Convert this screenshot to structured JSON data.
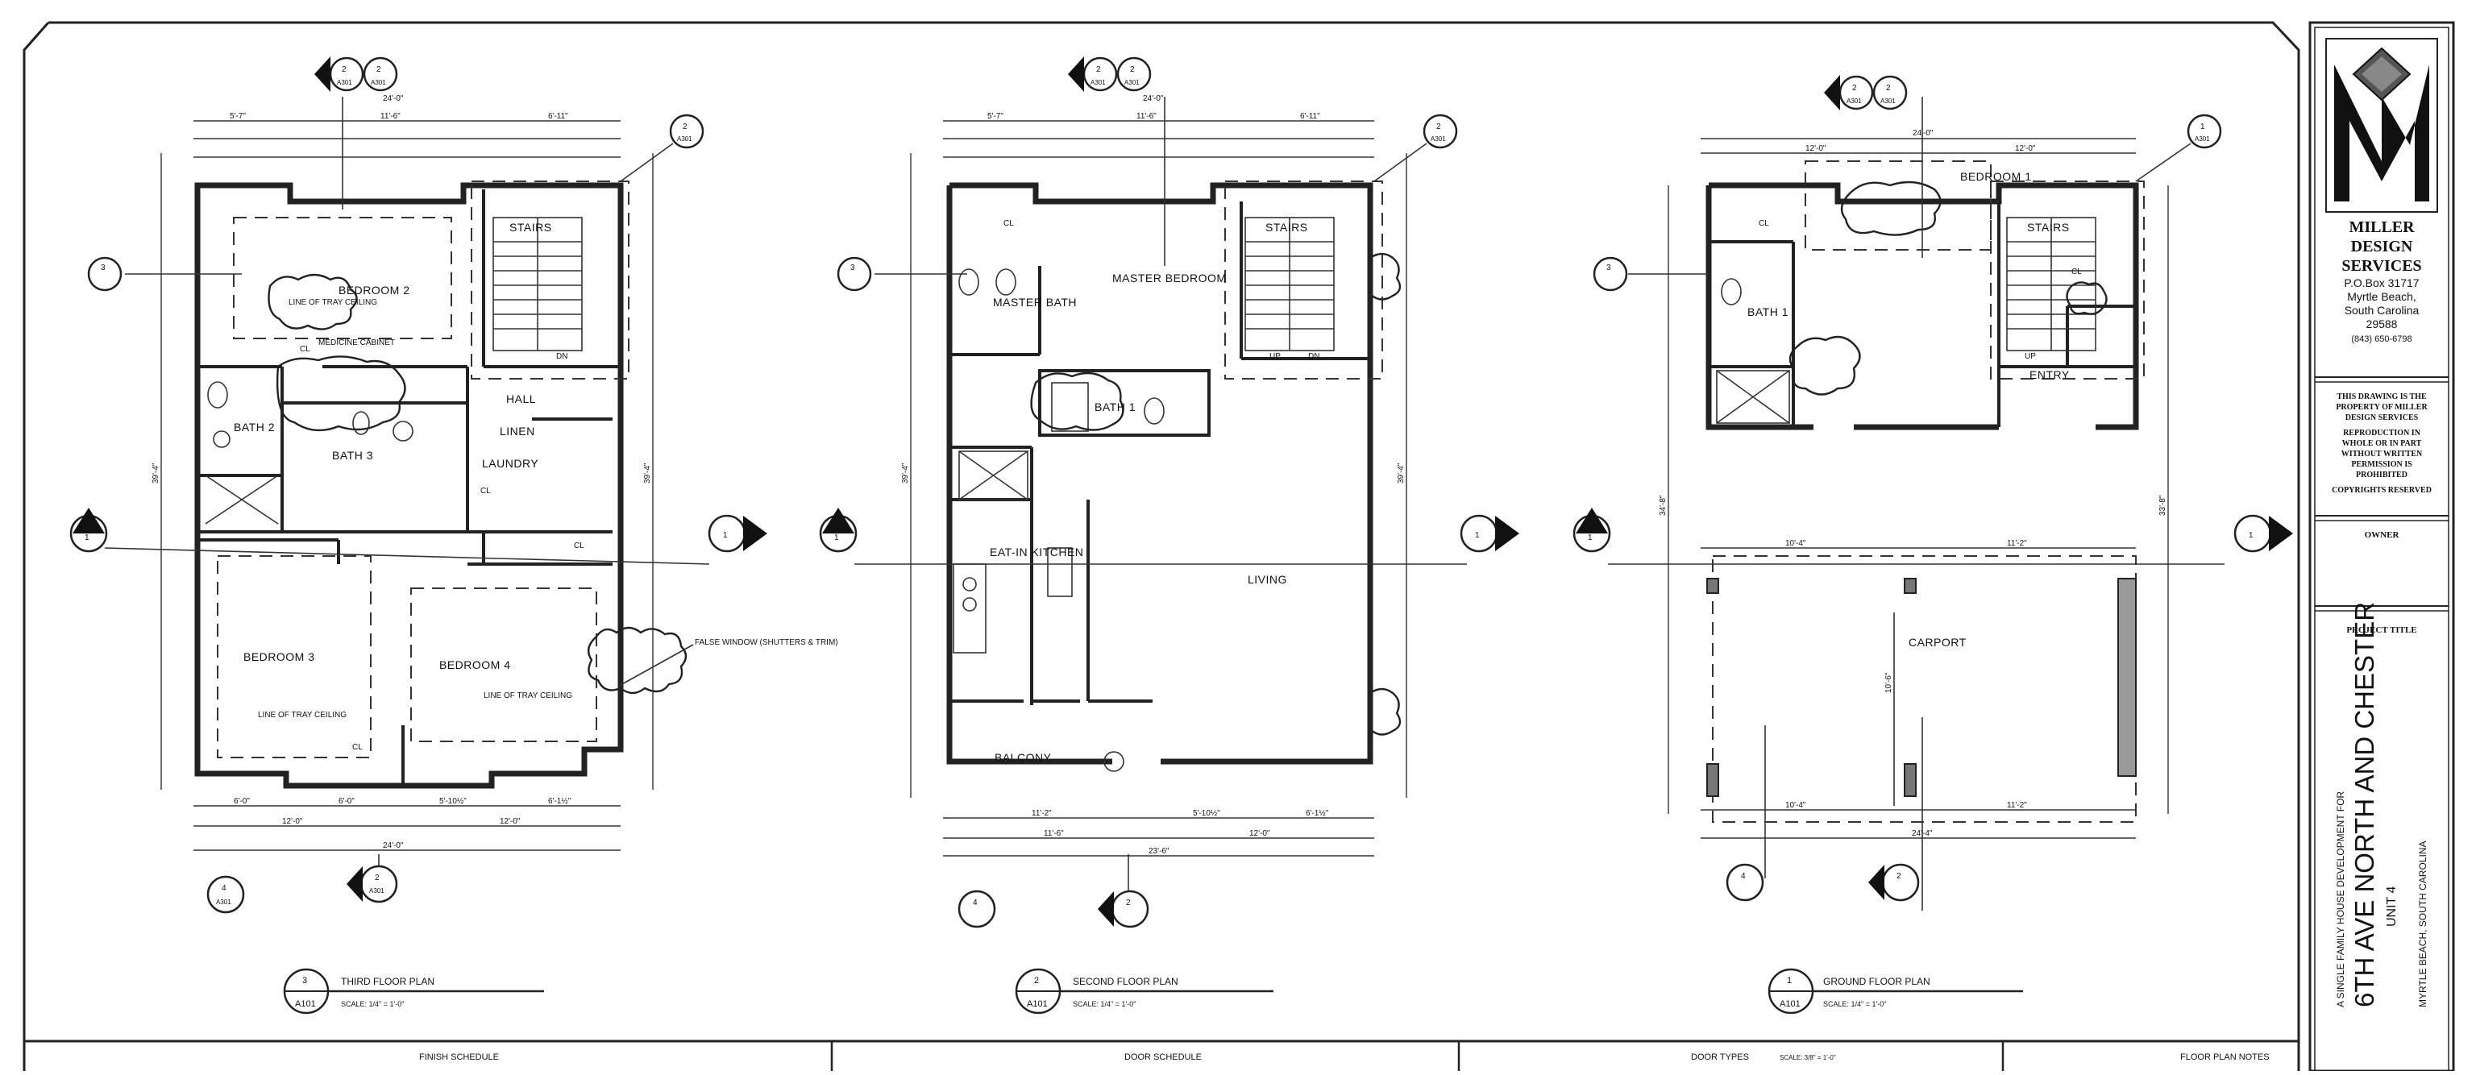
{
  "title_block": {
    "company": [
      "MILLER",
      "DESIGN",
      "SERVICES"
    ],
    "address": [
      "P.O.Box 31717",
      "Myrtle Beach,",
      "South Carolina",
      "29588",
      "(843) 650-6798"
    ],
    "notice": [
      "THIS DRAWING IS THE",
      "PROPERTY OF MILLER",
      "DESIGN SERVICES",
      "REPRODUCTION IN",
      "WHOLE OR IN PART",
      "WITHOUT WRITTEN",
      "PERMISSION IS",
      "PROHIBITED",
      "COPYRIGHTS RESERVED"
    ],
    "owner_label": "OWNER",
    "project_label": "PROJECT TITLE",
    "project_sub": "A SINGLE FAMILY HOUSE DEVELOPMENT FOR",
    "project_name": "6TH AVE NORTH AND CHESTER",
    "project_unit": "UNIT 4",
    "project_location": "MYRTLE BEACH, SOUTH CAROLINA"
  },
  "schedules": {
    "finish": "FINISH SCHEDULE",
    "door": "DOOR SCHEDULE",
    "door_types": "DOOR TYPES",
    "door_types_scale": "SCALE: 3/8\" = 1'-0\"",
    "notes": "FLOOR PLAN NOTES"
  },
  "plans": {
    "third": {
      "number": "3",
      "sheet": "A101",
      "title": "THIRD FLOOR PLAN",
      "scale": "SCALE: 1/4\" = 1'-0\"",
      "rooms": {
        "bedroom2": "BEDROOM 2",
        "bath2": "BATH 2",
        "bath3": "BATH 3",
        "hall": "HALL",
        "linen": "LINEN",
        "laundry": "LAUNDRY",
        "bedroom3": "BEDROOM 3",
        "bedroom4": "BEDROOM 4",
        "stairs": "STAIRS",
        "cl1": "CL",
        "cl2": "CL",
        "cl3": "CL",
        "cl4": "CL"
      },
      "notes": {
        "tray1": "LINE OF TRAY CEILING",
        "cabinet": "MEDICINE CABINET",
        "tray2": "LINE OF TRAY CEILING",
        "tray3": "LINE OF TRAY CEILING",
        "false_window": "FALSE WINDOW (SHUTTERS & TRIM)",
        "dn": "DN"
      },
      "dims": {
        "top_overall": "24'-0\"",
        "top_a": "5'-7\"",
        "top_b": "11'-6\"",
        "top_c": "6'-11\"",
        "bot_a": "6'-0\"",
        "bot_b": "6'-0\"",
        "bot_c": "5'-10½\"",
        "bot_d": "6'-1½\"",
        "bot_e": "12'-0\"",
        "bot_f": "12'-0\"",
        "bot_overall": "24'-0\"",
        "left_overall": "39'-4\"",
        "right_overall": "39'-4\""
      },
      "sections": {
        "top1": "2",
        "top2": "2",
        "top_sheet": "A301",
        "left": "3",
        "right": "1",
        "left_sheet": "A301",
        "bot1": "4",
        "bot2": "2",
        "corner": "2"
      }
    },
    "second": {
      "number": "2",
      "sheet": "A101",
      "title": "SECOND FLOOR PLAN",
      "scale": "SCALE: 1/4\" = 1'-0\"",
      "rooms": {
        "master_bedroom": "MASTER BEDROOM",
        "master_bath": "MASTER BATH",
        "stairs": "STAIRS",
        "bath1": "BATH 1",
        "kitchen": "EAT-IN KITCHEN",
        "living": "LIVING",
        "balcony": "BALCONY",
        "cl": "CL"
      },
      "notes": {
        "up": "UP",
        "dn": "DN"
      },
      "dims": {
        "top_overall": "24'-0\"",
        "top_a": "5'-7\"",
        "top_b": "11'-6\"",
        "top_c": "6'-11\"",
        "bot_a": "11'-2\"",
        "bot_b": "5'-10½\"",
        "bot_c": "6'-1½\"",
        "bot_d": "11'-6\"",
        "bot_e": "12'-0\"",
        "bot_overall": "23'-6\"",
        "left_overall": "39'-4\"",
        "right_overall": "39'-4\""
      },
      "sections": {
        "top1": "2",
        "top2": "2",
        "top_sheet": "A301",
        "left": "3",
        "right": "1",
        "bot1": "4",
        "bot2": "2",
        "corner": "2"
      }
    },
    "ground": {
      "number": "1",
      "sheet": "A101",
      "title": "GROUND FLOOR PLAN",
      "scale": "SCALE: 1/4\" = 1'-0\"",
      "rooms": {
        "bedroom1": "BEDROOM 1",
        "bath1": "BATH 1",
        "stairs": "STAIRS",
        "entry": "ENTRY",
        "carport": "CARPORT",
        "cl1": "CL",
        "cl2": "CL"
      },
      "notes": {
        "up": "UP"
      },
      "dims": {
        "top_overall": "24'-0\"",
        "top_a": "12'-0\"",
        "top_b": "12'-0\"",
        "mid_a": "10'-4\"",
        "mid_b": "11'-2\"",
        "bot_a": "10'-4\"",
        "bot_b": "11'-2\"",
        "bot_overall": "24'-4\"",
        "left_overall": "34'-8\"",
        "right_overall": "33'-8\"",
        "carport_w": "10'-6\""
      },
      "sections": {
        "top1": "2",
        "top2": "2",
        "top_sheet": "A301",
        "left": "3",
        "right": "1",
        "bot1": "4",
        "bot2": "2",
        "corner": "1"
      }
    }
  }
}
